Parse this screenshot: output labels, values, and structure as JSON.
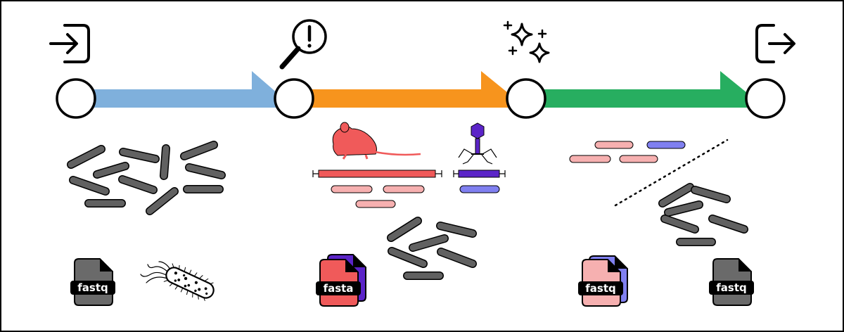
{
  "colors": {
    "stage1_arrow": "#7FB0DC",
    "stage2_arrow": "#F7941D",
    "stage3_arrow": "#27AE60",
    "read_gray": "#616161",
    "host_red": "#F05A5A",
    "host_pink": "#F6B0B0",
    "phage_purple": "#5B24C8",
    "phage_lavender": "#8080F0",
    "fastq_dark": "#6A6A6A",
    "node_fill": "#FFFFFF"
  },
  "stages": [
    {
      "icon": "input-icon"
    },
    {
      "icon": "magnifier-alert-icon"
    },
    {
      "icon": "sparkles-icon"
    },
    {
      "icon": "output-icon"
    }
  ],
  "files": {
    "raw": "fastq",
    "reference": "fasta",
    "host_reads": "fastq",
    "clean": "fastq"
  }
}
